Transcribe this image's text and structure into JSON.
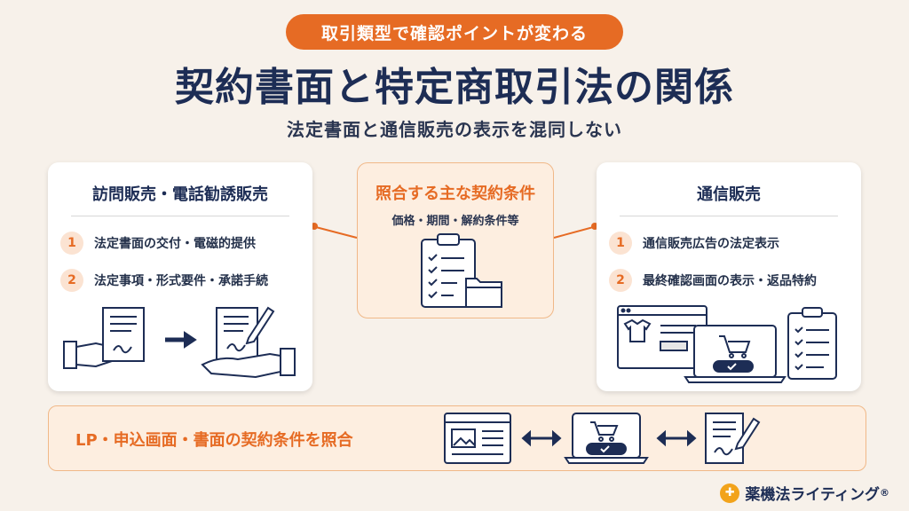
{
  "badge": "取引類型で確認ポイントが変わる",
  "title": "契約書面と特定商取引法の関係",
  "subtitle": "法定書面と通信販売の表示を混同しない",
  "left_card": {
    "heading": "訪問販売・電話勧誘販売",
    "items": [
      {
        "num": "1",
        "label": "法定書面の交付・電磁的提供"
      },
      {
        "num": "2",
        "label": "法定事項・形式要件・承諾手続"
      }
    ]
  },
  "center_card": {
    "heading": "照合する主な契約条件",
    "sub": "価格・期間・解約条件等"
  },
  "right_card": {
    "heading": "通信販売",
    "items": [
      {
        "num": "1",
        "label": "通信販売広告の法定表示"
      },
      {
        "num": "2",
        "label": "最終確認画面の表示・返品特約"
      }
    ]
  },
  "bottom": {
    "text": "LP・申込画面・書面の契約条件を照合"
  },
  "brand": {
    "name": "薬機法ライティング",
    "mark": "®"
  },
  "colors": {
    "accent": "#e66b24",
    "navy": "#1d2d55",
    "background": "#f7f1ea",
    "soft_orange": "#fdeee0"
  }
}
